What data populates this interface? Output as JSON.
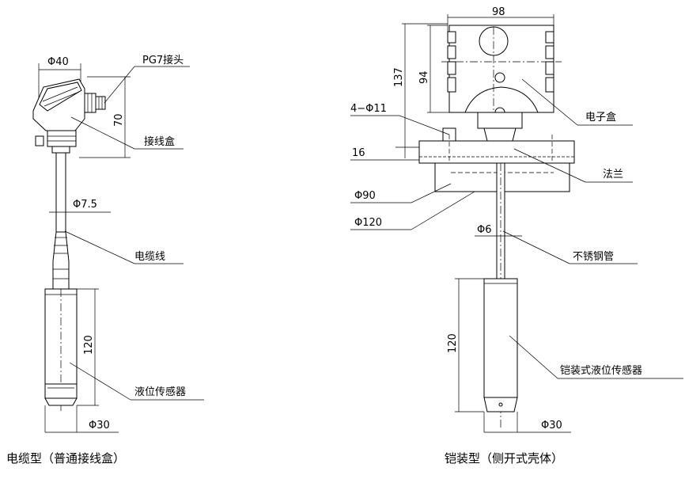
{
  "left": {
    "dim_top_width": "Φ40",
    "connector": "PG7接头",
    "dim_height": "70",
    "junction_box": "接线盒",
    "dim_cable": "Φ7.5",
    "cable": "电缆线",
    "dim_probe_len": "120",
    "sensor": "液位传感器",
    "dim_probe_dia": "Φ30",
    "caption": "电缆型（普通接线盒）"
  },
  "right": {
    "dim_top_width": "98",
    "dim_total_height": "137",
    "dim_box_height": "94",
    "dim_holes": "4−Φ11",
    "electronic_box": "电子盒",
    "dim_flange_thk": "16",
    "flange": "法兰",
    "dim_pcd": "Φ90",
    "dim_flange_od": "Φ120",
    "dim_rod": "Φ6",
    "steel_pipe": "不锈钢管",
    "dim_probe_len": "120",
    "sensor": "铠装式液位传感器",
    "dim_probe_dia": "Φ30",
    "caption": "铠装型（侧开式壳体）"
  }
}
